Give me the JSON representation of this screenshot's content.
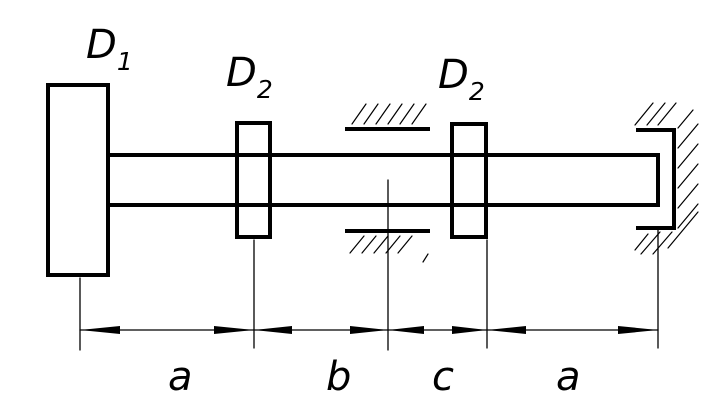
{
  "labels": {
    "disk_1": {
      "name": "D",
      "index": "1"
    },
    "disk_2": {
      "name": "D",
      "index": "2"
    },
    "disk_3": {
      "name": "D",
      "index": "2"
    }
  },
  "dimensions": [
    "a",
    "b",
    "c",
    "a"
  ]
}
